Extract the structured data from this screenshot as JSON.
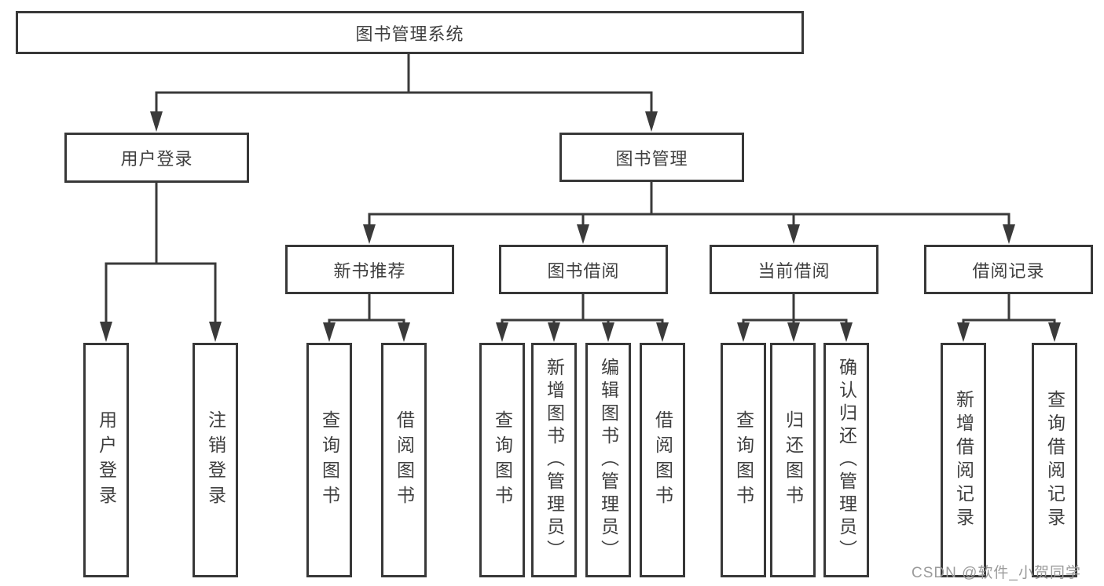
{
  "title": "图书管理系统",
  "nodes": {
    "root": "图书管理系统",
    "user_login": "用户登录",
    "book_management": "图书管理",
    "new_book_recommend": "新书推荐",
    "book_borrowing": "图书借阅",
    "current_borrowing": "当前借阅",
    "borrowing_records": "借阅记录",
    "leaf_user_login": "用户登录",
    "leaf_logout": "注销登录",
    "leaf_nb_query_book": "查询图书",
    "leaf_nb_borrow_book": "借阅图书",
    "leaf_bb_query_book": "查询图书",
    "leaf_bb_add_book_admin": "新增图书（管理员）",
    "leaf_bb_edit_book_admin": "编辑图书（管理员）",
    "leaf_bb_borrow_book": "借阅图书",
    "leaf_cb_query_book": "查询图书",
    "leaf_cb_return_book": "归还图书",
    "leaf_cb_confirm_return_admin": "确认归还（管理员）",
    "leaf_br_add_record": "新增借阅记录",
    "leaf_br_query_record": "查询借阅记录"
  },
  "watermark": "CSDN @软件_小贺同学",
  "colors": {
    "line": "#3a3a3a",
    "text": "#3f3f3f",
    "watermark": "#9b9b9b",
    "background": "#ffffff"
  }
}
